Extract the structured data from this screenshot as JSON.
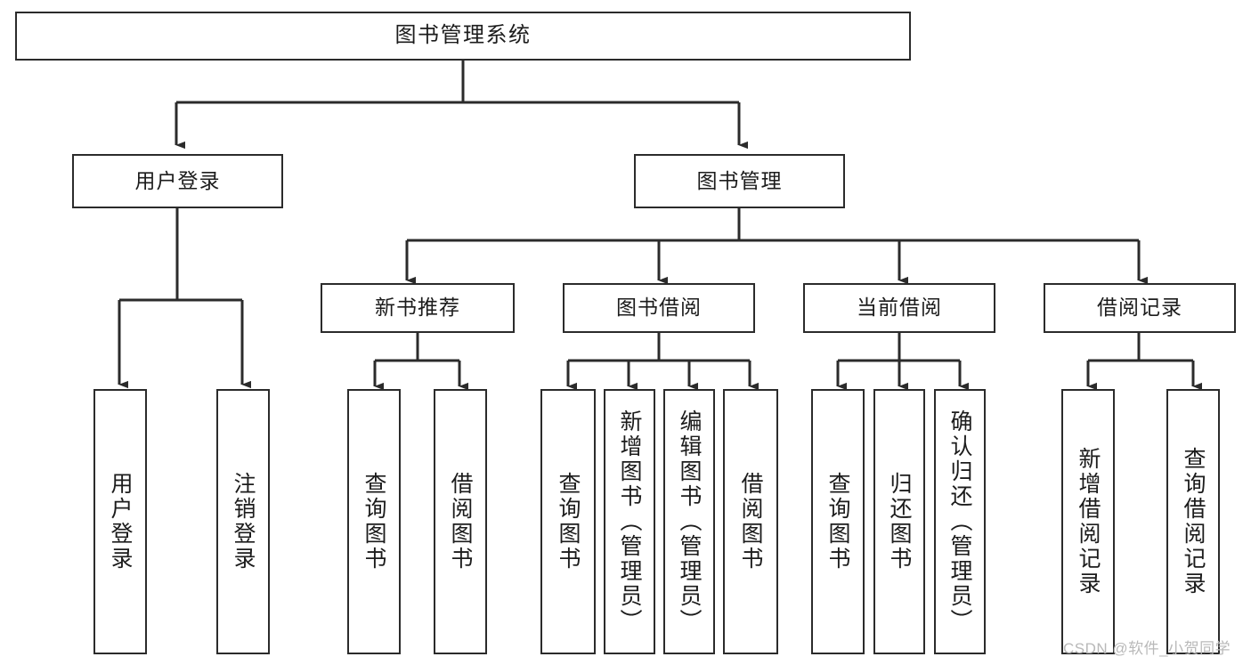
{
  "diagram": {
    "title": "图书管理系统",
    "type": "tree",
    "stroke_color": "#2b2b2b",
    "text_color": "#1c1c1c",
    "background_color": "#ffffff"
  },
  "root": {
    "label": "图书管理系统"
  },
  "level2": [
    {
      "label": "用户登录"
    },
    {
      "label": "图书管理"
    }
  ],
  "level3": [
    {
      "label": "新书推荐"
    },
    {
      "label": "图书借阅"
    },
    {
      "label": "当前借阅"
    },
    {
      "label": "借阅记录"
    }
  ],
  "leaves": {
    "user_login": [
      {
        "label": "用户登录"
      },
      {
        "label": "注销登录"
      }
    ],
    "new_book_recommend": [
      {
        "label": "查询图书"
      },
      {
        "label": "借阅图书"
      }
    ],
    "book_borrow": [
      {
        "label": "查询图书"
      },
      {
        "label": "新增图书（管理员）"
      },
      {
        "label": "编辑图书（管理员）"
      },
      {
        "label": "借阅图书"
      }
    ],
    "current_borrow": [
      {
        "label": "查询图书"
      },
      {
        "label": "归还图书"
      },
      {
        "label": "确认归还（管理员）"
      }
    ],
    "borrow_record": [
      {
        "label": "新增借阅记录"
      },
      {
        "label": "查询借阅记录"
      }
    ]
  },
  "watermark": {
    "text": "CSDN @软件_小贺同学"
  }
}
